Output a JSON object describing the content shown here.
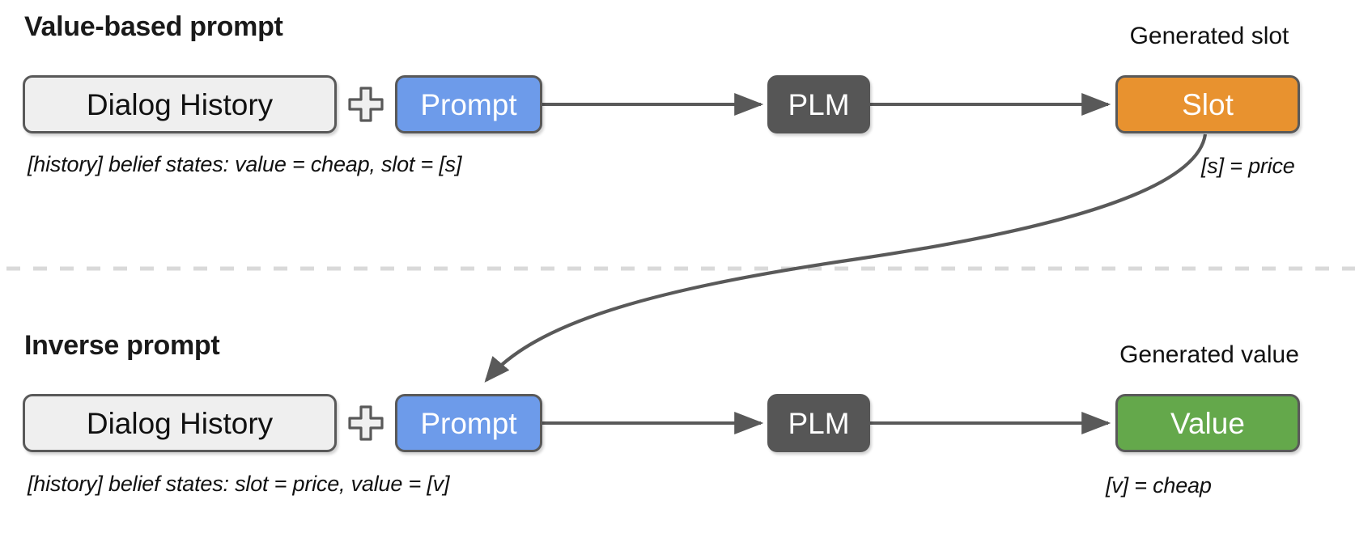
{
  "figure": {
    "title": "Value-based prompt / Inverse prompt PLM slot-value generation diagram",
    "colors": {
      "history_fill": "#efefef",
      "prompt_fill": "#6D9BEA",
      "plm_fill": "#565656",
      "slot_fill": "#E8922F",
      "value_fill": "#64A84B",
      "border": "#595959",
      "arrow": "#595959",
      "divider": "#d9d9d9",
      "text_dark": "#111111"
    }
  },
  "sections": {
    "top": {
      "heading": "Value-based prompt",
      "history_label": "Dialog History",
      "plus_icon": "plus-icon",
      "prompt_label": "Prompt",
      "plm_label": "PLM",
      "output_label": "Slot",
      "output_caption": "Generated slot",
      "prompt_text": "[history] belief states: value = cheap, slot = [s]",
      "output_note": "[s] = price"
    },
    "bottom": {
      "heading": "Inverse prompt",
      "history_label": "Dialog History",
      "plus_icon": "plus-icon",
      "prompt_label": "Prompt",
      "plm_label": "PLM",
      "output_label": "Value",
      "output_caption": "Generated value",
      "prompt_text": "[history] belief states: slot = price, value = [v]",
      "output_note": "[v] = cheap"
    }
  },
  "connectors": {
    "top_prompt_to_plm": "arrow-right-icon",
    "top_plm_to_slot": "arrow-right-icon",
    "bottom_prompt_to_plm": "arrow-right-icon",
    "bottom_plm_to_value": "arrow-right-icon",
    "slot_to_inverse_prompt": "curved-arrow-icon",
    "section_divider": "dashed-divider"
  }
}
